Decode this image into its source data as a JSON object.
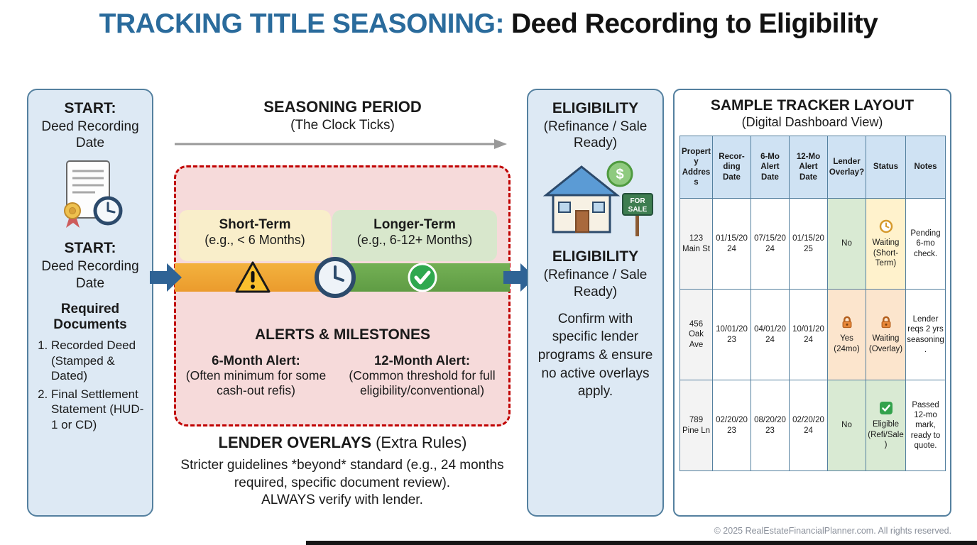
{
  "title": {
    "highlight": "TRACKING TITLE SEASONING:",
    "rest": "Deed Recording to Eligibility"
  },
  "start_panel": {
    "heading": "START:",
    "subheading": "Deed Recording Date",
    "heading2": "START:",
    "subheading2": "Deed Recording Date",
    "docs_heading": "Required Documents",
    "docs": [
      "Recorded Deed (Stamped & Dated)",
      "Final Settlement Statement (HUD-1 or CD)"
    ]
  },
  "seasoning": {
    "heading": "SEASONING PERIOD",
    "subheading": "(The Clock Ticks)",
    "short_term": {
      "title": "Short-Term",
      "subtitle": "(e.g., < 6 Months)"
    },
    "longer_term": {
      "title": "Longer-Term",
      "subtitle": "(e.g., 6-12+ Months)"
    },
    "alerts_heading": "ALERTS & MILESTONES",
    "alert6": {
      "title": "6-Month Alert:",
      "desc": "(Often minimum for some cash-out refis)"
    },
    "alert12": {
      "title": "12-Month Alert:",
      "desc": "(Common threshold for full eligibility/conventional)"
    }
  },
  "overlays": {
    "title_bold": "LENDER OVERLAYS",
    "title_reg": "(Extra Rules)",
    "body1": "Stricter guidelines *beyond* standard (e.g., 24 months required, specific document review).",
    "body2": "ALWAYS verify with lender."
  },
  "eligibility_panel": {
    "heading": "ELIGIBILITY",
    "subheading": "(Refinance / Sale Ready)",
    "heading2": "ELIGIBILITY",
    "subheading2": "(Refinance / Sale Ready)",
    "note": "Confirm with specific lender programs & ensure no active overlays apply.",
    "coin_symbol": "$",
    "sign_line1": "FOR",
    "sign_line2": "SALE"
  },
  "tracker": {
    "heading": "SAMPLE TRACKER LAYOUT",
    "subheading": "(Digital Dashboard View)",
    "columns": [
      "Property Address",
      "Recor-ding Date",
      "6-Mo Alert Date",
      "12-Mo Alert Date",
      "Lender Overlay?",
      "Status",
      "Notes"
    ],
    "rows": [
      {
        "address": "123 Main St",
        "recording": "01/15/2024",
        "alert6": "07/15/2024",
        "alert12": "01/15/2025",
        "overlay": "No",
        "status": "Waiting (Short-Term)",
        "notes": "Pending 6-mo check."
      },
      {
        "address": "456 Oak Ave",
        "recording": "10/01/2023",
        "alert6": "04/01/2024",
        "alert12": "10/01/2024",
        "overlay": "Yes (24mo)",
        "status": "Waiting (Overlay)",
        "notes": "Lender reqs 2 yrs seasoning."
      },
      {
        "address": "789 Pine Ln",
        "recording": "02/20/2023",
        "alert6": "08/20/2023",
        "alert12": "02/20/2024",
        "overlay": "No",
        "status": "Eligible (Refi/Sale)",
        "notes": "Passed 12-mo mark, ready to quote."
      }
    ]
  },
  "footer": "© 2025 RealEstateFinancialPlanner.com. All rights reserved.",
  "colors": {
    "title_accent": "#2a6b9c",
    "panel_bg": "#dde9f4",
    "panel_border": "#54809f",
    "seasoning_bg": "#f6dada",
    "seasoning_border": "#c00000",
    "short_term_bg": "#f9eeca",
    "longer_term_bg": "#d8e7cc",
    "bar_gold": "#eb9b2d",
    "bar_green": "#5f9c44",
    "arrow_blue": "#2f6395",
    "status_yellow": "#fff2cc",
    "status_orange": "#fce5cd",
    "status_green": "#d9ead3",
    "table_header_blue": "#cfe2f3"
  }
}
